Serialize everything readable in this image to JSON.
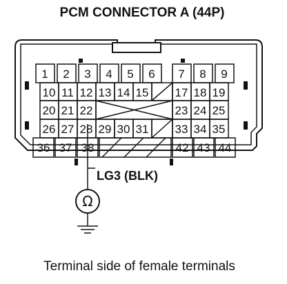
{
  "title": "PCM CONNECTOR A (44P)",
  "wire_label": "LG3 (BLK)",
  "meter_symbol": "Ω",
  "caption": "Terminal side of female terminals",
  "colors": {
    "line": "#111111",
    "background": "#ffffff"
  },
  "icons": {
    "meter": "ohmmeter-icon",
    "ground": "ground-icon"
  },
  "rows": [
    {
      "pins": [
        "1",
        "2",
        "3",
        "4",
        "5",
        "6",
        "7",
        "8",
        "9"
      ],
      "empty": []
    },
    {
      "pins": [
        "10",
        "11",
        "12",
        "13",
        "14",
        "15",
        "",
        "17",
        "18",
        "19"
      ],
      "empty": [
        6
      ]
    },
    {
      "pins": [
        "20",
        "21",
        "22",
        "",
        "23",
        "24",
        "25"
      ],
      "empty": [
        3
      ]
    },
    {
      "pins": [
        "26",
        "27",
        "28",
        "29",
        "30",
        "31",
        "",
        "33",
        "34",
        "35"
      ],
      "empty": [
        6
      ]
    },
    {
      "pins": [
        "36",
        "37",
        "38",
        "",
        "42",
        "43",
        "44"
      ],
      "empty": [
        3
      ]
    }
  ],
  "probed_pin": "38"
}
